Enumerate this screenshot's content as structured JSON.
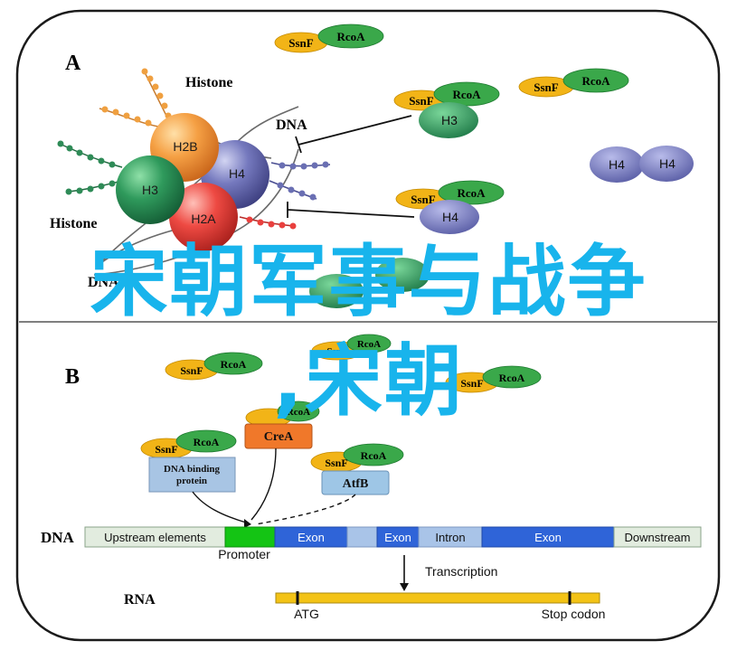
{
  "panel_a": {
    "label": "A",
    "callouts": {
      "histone_top": "Histone",
      "histone_left": "Histone",
      "dna_top": "DNA",
      "dna_bottom": "DNA"
    },
    "nucleosome": {
      "h2b": "H2B",
      "h4": "H4",
      "h3": "H3",
      "h2a": "H2A"
    },
    "tags": {
      "ssnf": "SsnF",
      "rcoa": "RcoA"
    },
    "free_h3": "H3",
    "free_h4": "H4",
    "free_h4_pair": [
      "H4",
      "H4"
    ]
  },
  "panel_b": {
    "label": "B",
    "tags": {
      "ssnf": "SsnF",
      "rcoa": "RcoA"
    },
    "crea": "CreA",
    "atfb": "AtfB",
    "dna_binding_protein": "DNA binding protein",
    "dna_label": "DNA",
    "rna_label": "RNA",
    "segments": [
      "Upstream elements",
      "",
      "Exon",
      "",
      "Exon",
      "Intron",
      "Exon",
      "Downstream"
    ],
    "promoter": "Promoter",
    "transcription": "Transcription",
    "atg": "ATG",
    "stop_codon": "Stop codon"
  },
  "overlay": {
    "line1": "宋朝军事与战争",
    "line2": ",宋朝"
  },
  "colors": {
    "ssnf": "#f2b417",
    "rcoa": "#3aa84a",
    "histone_green": "#2e8b57",
    "histone_orange": "#f39c3a",
    "histone_purple": "#6a6fb3",
    "histone_red": "#e9403e",
    "crea": "#f0782a",
    "atfb": "#9ec6e6",
    "exon": "#2f64d8",
    "promoter": "#14c414",
    "upstream": "#e2ecdf",
    "rna": "#f3c316",
    "overlay": "#18b4ec"
  }
}
